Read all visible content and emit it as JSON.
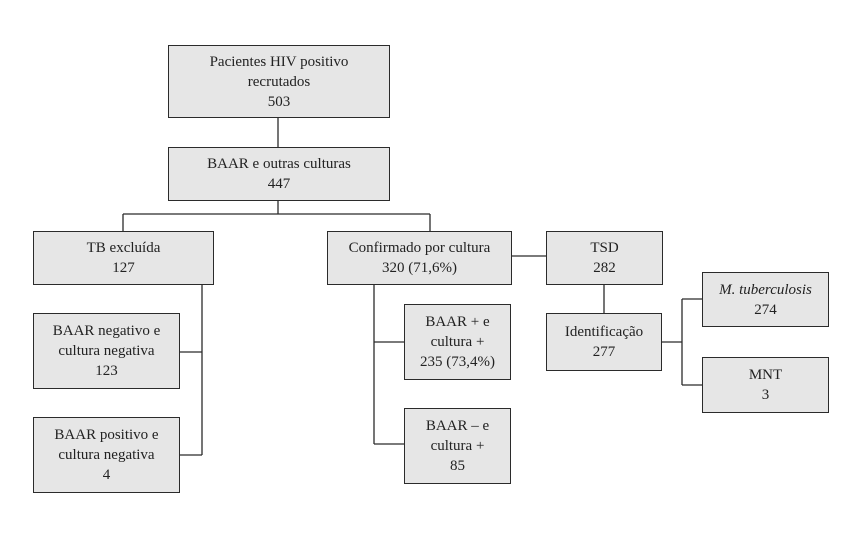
{
  "nodes": {
    "recruited": {
      "l1": "Pacientes HIV positivo",
      "l2": "recrutados",
      "count": "503"
    },
    "baar_cultures": {
      "l1": "BAAR e outras culturas",
      "count": "447"
    },
    "tb_excluded": {
      "l1": "TB excluída",
      "count": "127"
    },
    "baar_neg_cult_neg": {
      "l1": "BAAR negativo e",
      "l2": "cultura negativa",
      "count": "123"
    },
    "baar_pos_cult_neg": {
      "l1": "BAAR positivo e",
      "l2": "cultura negativa",
      "count": "4"
    },
    "confirmed_culture": {
      "l1": "Confirmado por cultura",
      "count": "320 (71,6%)"
    },
    "baar_pos_cult_pos": {
      "l1": "BAAR + e",
      "l2": "cultura +",
      "count": "235 (73,4%)"
    },
    "baar_neg_cult_pos": {
      "l1": "BAAR – e",
      "l2": "cultura +",
      "count": "85"
    },
    "tsd": {
      "l1": "TSD",
      "count": "282"
    },
    "identification": {
      "l1": "Identificação",
      "count": "277"
    },
    "mtb": {
      "l1": "M. tuberculosis",
      "count": "274"
    },
    "mnt": {
      "l1": "MNT",
      "count": "3"
    }
  }
}
